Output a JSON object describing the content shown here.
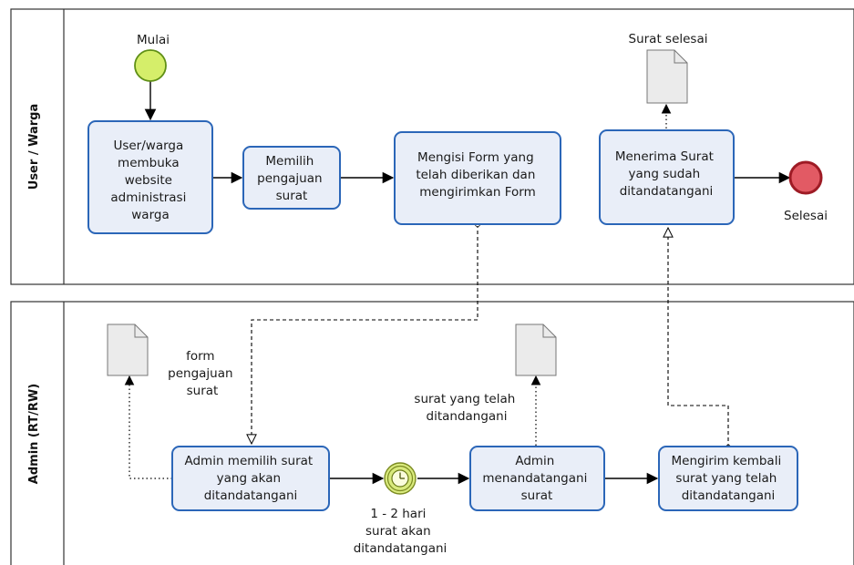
{
  "lanes": {
    "user": "User / Warga",
    "admin": "Admin (RT/RW)"
  },
  "events": {
    "start": "Mulai",
    "end": "Selesai",
    "timer": [
      "1 - 2 hari",
      "surat akan",
      "ditandatangani"
    ]
  },
  "tasks": {
    "buka": [
      "User/warga",
      "membuka",
      "website",
      "administrasi",
      "warga"
    ],
    "pilih": [
      "Memilih",
      "pengajuan",
      "surat"
    ],
    "isi": [
      "Mengisi Form yang",
      "telah diberikan dan",
      "mengirimkan Form"
    ],
    "terima": [
      "Menerima Surat",
      "yang sudah",
      "ditandatangani"
    ],
    "admin_pilih": [
      "Admin memilih surat",
      "yang akan",
      "ditandatangani"
    ],
    "admin_ttd": [
      "Admin",
      "menandatangani",
      "surat"
    ],
    "kirim": [
      "Mengirim kembali",
      "surat yang telah",
      "ditandatangani"
    ]
  },
  "documents": {
    "selesai": [
      "Surat selesai"
    ],
    "form": [
      "form",
      "pengajuan",
      "surat"
    ],
    "ttd": [
      "surat yang telah",
      "ditandangani"
    ]
  },
  "colors": {
    "task_fill": "#e9eef8",
    "task_stroke": "#2b66b8",
    "start_fill": "#d5ee6a",
    "start_stroke": "#5f8f16",
    "end_fill": "#e25a64",
    "end_stroke": "#9e1b25",
    "timer_fill": "#d9ea7d",
    "doc_fill": "#ebebeb"
  }
}
